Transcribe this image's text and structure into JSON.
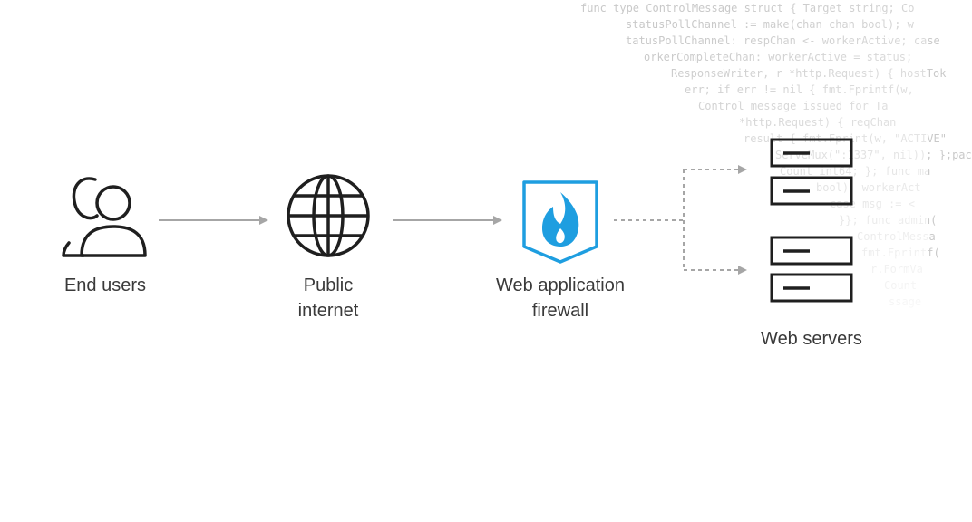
{
  "background_code": [
    "func type ControlMessage struct { Target string; Co",
    "statusPollChannel := make(chan chan bool); w",
    "tatusPollChannel: respChan <- workerActive; case",
    "orkerCompleteChan: workerActive = status;",
    "ResponseWriter, r *http.Request) { hostTok",
    "err; if err != nil { fmt.Fprintf(w,",
    "Control message issued for Ta",
    "*http.Request) { reqChan",
    "result { fmt.Fprint(w, \"ACTIVE\"",
    "ServeMux(\":1337\", nil)); };pac",
    "Count int64; }; func ma",
    "bool); workerAct",
    "case msg := <",
    "}}; func admin(",
    "ControlMessa",
    "fmt.Fprintf(",
    "r.FormVa",
    "Count",
    "ssage"
  ],
  "nodes": {
    "end_users": {
      "label_lines": [
        "End users"
      ],
      "icon": "users-icon"
    },
    "public_internet": {
      "label_lines": [
        "Public",
        "internet"
      ],
      "icon": "globe-icon"
    },
    "waf": {
      "label_lines": [
        "Web application",
        "firewall"
      ],
      "icon": "firewall-shield-icon"
    },
    "web_servers": {
      "label_lines": [
        "Web servers"
      ],
      "icon": "server-icon"
    }
  },
  "colors": {
    "icon_stroke": "#1f1f1f",
    "arrow": "#a6a6a6",
    "waf_accent": "#1e9ee0",
    "label_text": "#3a3a3a",
    "code_text": "#c9c9c9"
  }
}
